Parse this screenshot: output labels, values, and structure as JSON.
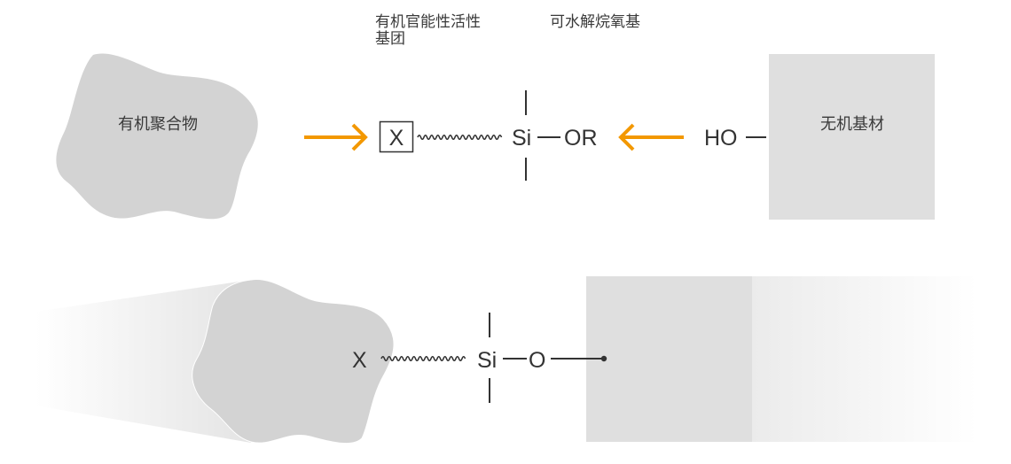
{
  "labels": {
    "organic_functional_group": "有机官能性活性基团",
    "organic_functional_group_line1": "有机官能性活性",
    "organic_functional_group_line2": "基团",
    "hydrolyzable_alkoxy": "可水解烷氧基",
    "organic_polymer": "有机聚合物",
    "inorganic_substrate": "无机基材"
  },
  "top_reaction": {
    "functional_group": "X",
    "silicon": "Si",
    "alkoxy": "OR",
    "hydroxyl": "HO"
  },
  "bottom_product": {
    "functional_group": "X",
    "silicon": "Si",
    "oxygen": "O"
  },
  "colors": {
    "arrow": "#f39800",
    "polymer_fill": "#d3d3d3",
    "substrate_fill": "#dfdfdf",
    "text": "#333333"
  }
}
